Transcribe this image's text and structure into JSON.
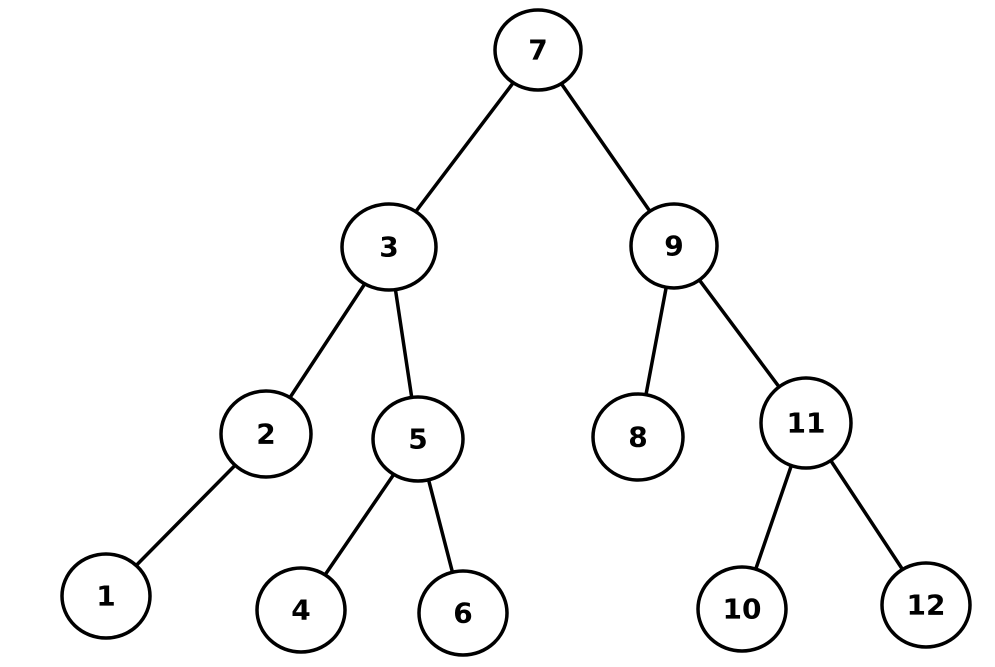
{
  "tree": {
    "root": "n7",
    "nodes": [
      {
        "id": "n7",
        "label": "7"
      },
      {
        "id": "n3",
        "label": "3"
      },
      {
        "id": "n9",
        "label": "9"
      },
      {
        "id": "n2",
        "label": "2"
      },
      {
        "id": "n5",
        "label": "5"
      },
      {
        "id": "n8",
        "label": "8"
      },
      {
        "id": "n11",
        "label": "11"
      },
      {
        "id": "n1",
        "label": "1"
      },
      {
        "id": "n4",
        "label": "4"
      },
      {
        "id": "n6",
        "label": "6"
      },
      {
        "id": "n10",
        "label": "10"
      },
      {
        "id": "n12",
        "label": "12"
      }
    ],
    "edges": [
      {
        "from": "n7",
        "to": "n3"
      },
      {
        "from": "n7",
        "to": "n9"
      },
      {
        "from": "n3",
        "to": "n2"
      },
      {
        "from": "n3",
        "to": "n5"
      },
      {
        "from": "n9",
        "to": "n8"
      },
      {
        "from": "n9",
        "to": "n11"
      },
      {
        "from": "n2",
        "to": "n1"
      },
      {
        "from": "n5",
        "to": "n4"
      },
      {
        "from": "n5",
        "to": "n6"
      },
      {
        "from": "n11",
        "to": "n10"
      },
      {
        "from": "n11",
        "to": "n12"
      }
    ]
  },
  "colors": {
    "stroke": "#000000",
    "fill": "#ffffff",
    "text": "#000000"
  }
}
